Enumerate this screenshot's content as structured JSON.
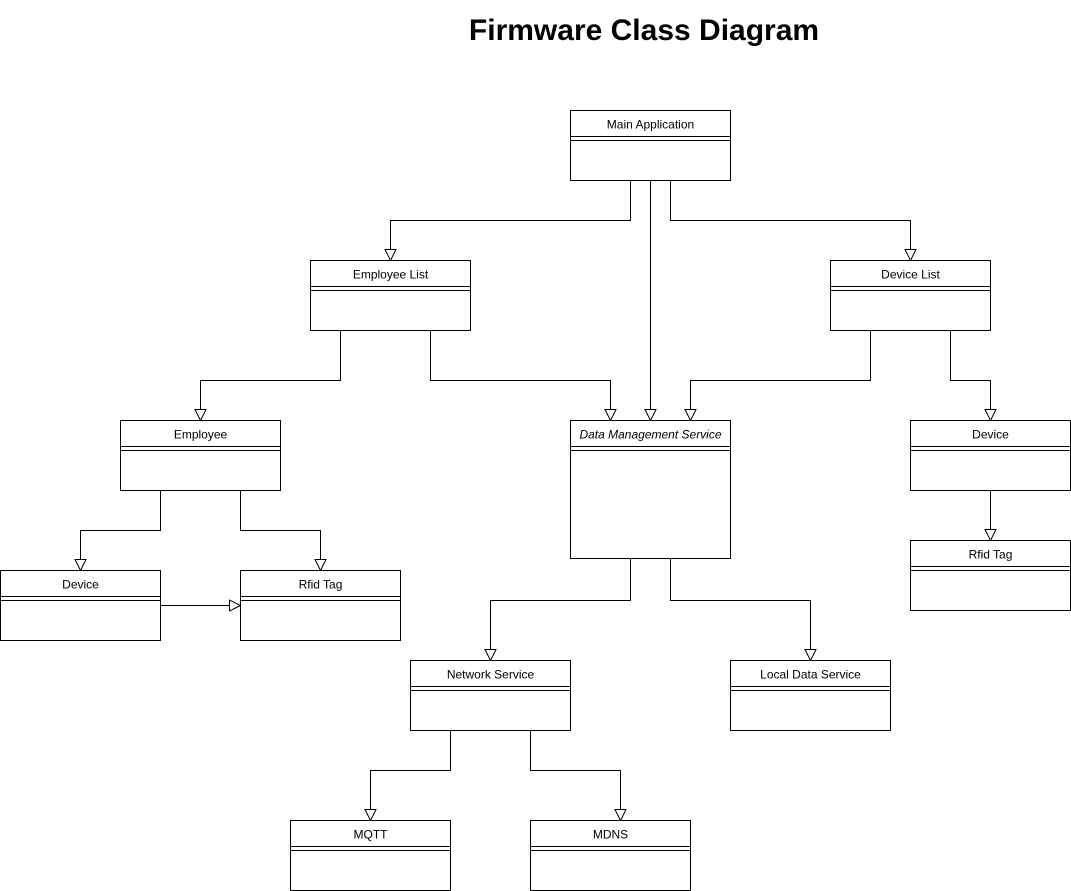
{
  "title": "Firmware Class Diagram",
  "classes": [
    {
      "id": "main",
      "name": "Main Application",
      "abstract": false
    },
    {
      "id": "emplist",
      "name": "Employee List",
      "abstract": false
    },
    {
      "id": "devlist",
      "name": "Device List",
      "abstract": false
    },
    {
      "id": "employee",
      "name": "Employee",
      "abstract": false
    },
    {
      "id": "dms",
      "name": "Data Management Service",
      "abstract": true
    },
    {
      "id": "device_r",
      "name": "Device",
      "abstract": false
    },
    {
      "id": "device_l",
      "name": "Device",
      "abstract": false
    },
    {
      "id": "rfid_l",
      "name": "Rfid Tag",
      "abstract": false
    },
    {
      "id": "rfid_r",
      "name": "Rfid Tag",
      "abstract": false
    },
    {
      "id": "network",
      "name": "Network Service",
      "abstract": false
    },
    {
      "id": "local",
      "name": "Local Data Service",
      "abstract": false
    },
    {
      "id": "mqtt",
      "name": "MQTT",
      "abstract": false
    },
    {
      "id": "mdns",
      "name": "MDNS",
      "abstract": false
    }
  ],
  "relations": [
    {
      "from": "main",
      "to": "emplist",
      "type": "inheritance"
    },
    {
      "from": "main",
      "to": "dms",
      "type": "inheritance"
    },
    {
      "from": "main",
      "to": "devlist",
      "type": "inheritance"
    },
    {
      "from": "emplist",
      "to": "employee",
      "type": "inheritance"
    },
    {
      "from": "emplist",
      "to": "dms",
      "type": "inheritance"
    },
    {
      "from": "devlist",
      "to": "dms",
      "type": "inheritance"
    },
    {
      "from": "devlist",
      "to": "device_r",
      "type": "inheritance"
    },
    {
      "from": "employee",
      "to": "device_l",
      "type": "inheritance"
    },
    {
      "from": "employee",
      "to": "rfid_l",
      "type": "inheritance"
    },
    {
      "from": "device_l",
      "to": "rfid_l",
      "type": "inheritance"
    },
    {
      "from": "device_r",
      "to": "rfid_r",
      "type": "inheritance"
    },
    {
      "from": "dms",
      "to": "network",
      "type": "inheritance"
    },
    {
      "from": "dms",
      "to": "local",
      "type": "inheritance"
    },
    {
      "from": "network",
      "to": "mqtt",
      "type": "inheritance"
    },
    {
      "from": "network",
      "to": "mdns",
      "type": "inheritance"
    }
  ]
}
